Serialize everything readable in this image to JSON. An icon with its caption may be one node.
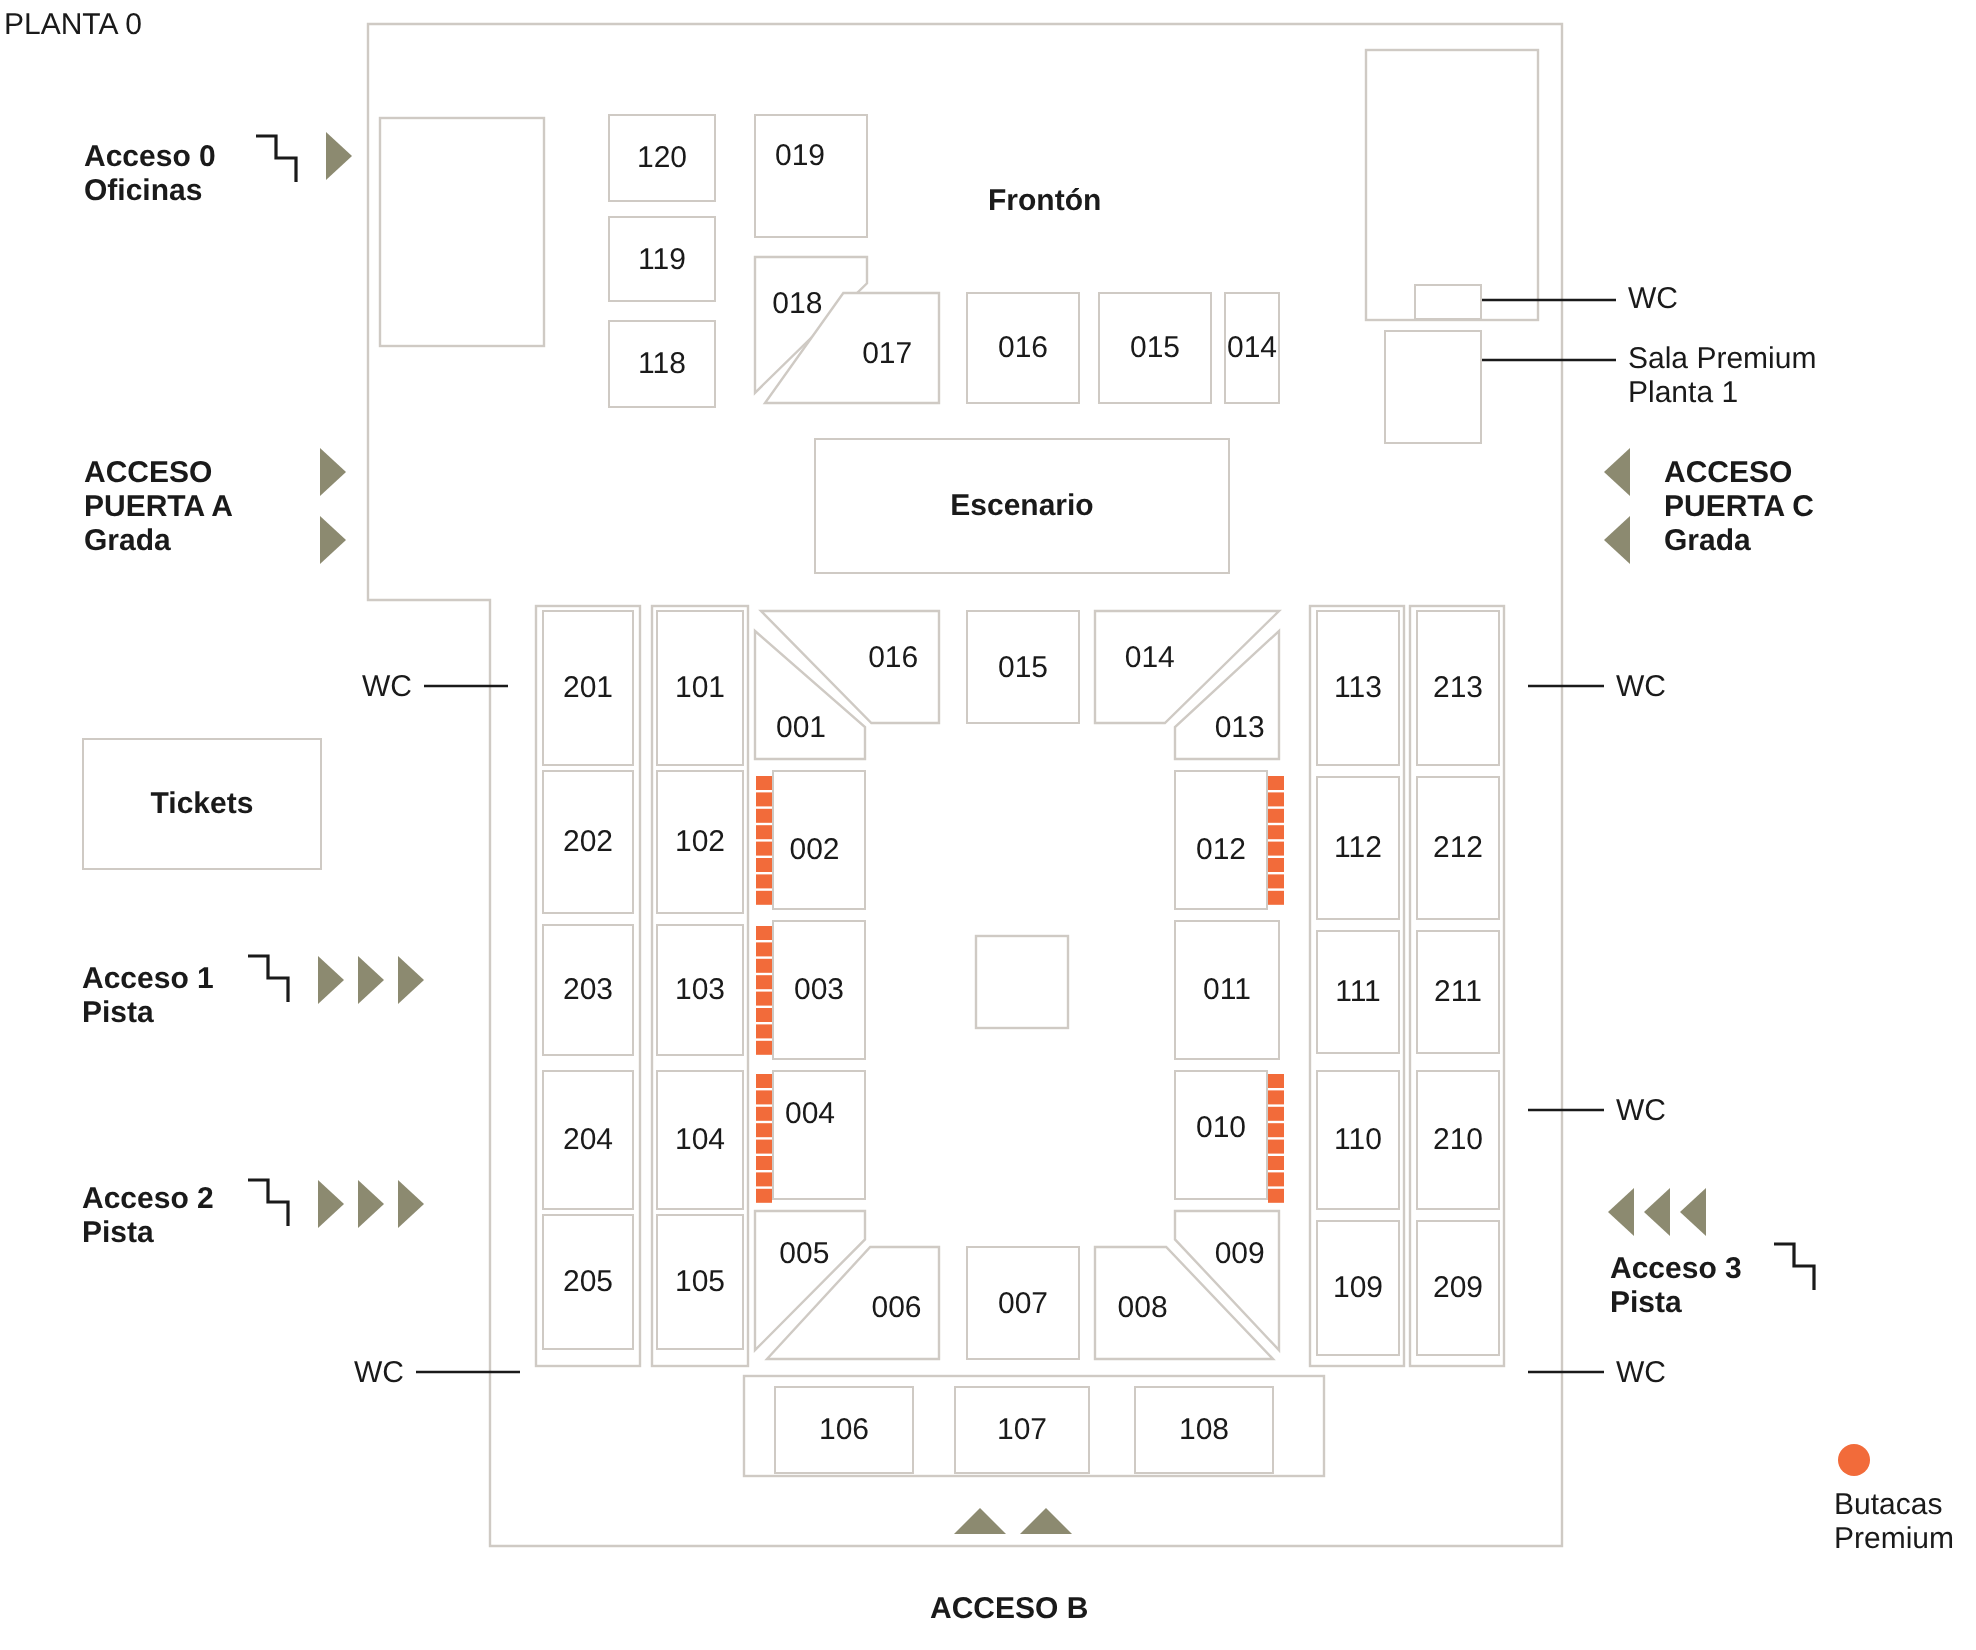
{
  "diagram": {
    "nodes": [
      {
        "text": [
          "120"
        ]
      },
      {
        "text": [
          "019"
        ]
      },
      {
        "text": [
          "119"
        ]
      },
      {
        "text": [
          "018"
        ]
      },
      {
        "text": [
          "017"
        ]
      },
      {
        "text": [
          "016"
        ]
      },
      {
        "text": [
          "015"
        ]
      },
      {
        "text": [
          "014"
        ]
      },
      {
        "text": [
          "118"
        ]
      },
      {
        "text": [],
        "shape": "box"
      },
      {
        "text": [
          "WC"
        ]
      },
      {
        "text": [],
        "shape": "box"
      },
      {
        "text": [
          "Sala Premium Planta 1"
        ]
      },
      {
        "text": [
          "Escenario"
        ]
      },
      {
        "text": [
          "WC"
        ]
      },
      {
        "text": [
          "201"
        ]
      },
      {
        "text": [
          "101"
        ]
      },
      {
        "text": [
          "016"
        ]
      },
      {
        "text": [
          "015"
        ]
      },
      {
        "text": [
          "014"
        ]
      },
      {
        "text": [
          "113"
        ]
      },
      {
        "text": [
          "213"
        ]
      },
      {
        "text": [
          "WC"
        ]
      },
      {
        "text": [
          "001"
        ]
      },
      {
        "text": [
          "013"
        ]
      },
      {
        "text": [
          "Tickets"
        ]
      },
      {
        "text": [
          "202"
        ]
      },
      {
        "text": [
          "102"
        ]
      },
      {
        "text": [
          "002"
        ]
      },
      {
        "text": [
          "012"
        ]
      },
      {
        "text": [
          "112"
        ]
      },
      {
        "text": [
          "212"
        ]
      },
      {
        "text": [
          "203"
        ]
      },
      {
        "text": [
          "103"
        ]
      },
      {
        "text": [
          "003"
        ]
      },
      {
        "text": [
          "011"
        ]
      },
      {
        "text": [
          "111"
        ]
      },
      {
        "text": [
          "211"
        ]
      },
      {
        "text": [
          "204"
        ]
      },
      {
        "text": [
          "104"
        ]
      },
      {
        "text": [
          "004"
        ]
      },
      {
        "text": [
          "010"
        ]
      },
      {
        "text": [
          "110"
        ]
      },
      {
        "text": [
          "210"
        ]
      },
      {
        "text": [
          "WC"
        ]
      },
      {
        "text": [
          "205"
        ]
      },
      {
        "text": [
          "105"
        ]
      },
      {
        "text": [
          "005"
        ]
      },
      {
        "text": [
          "009"
        ]
      },
      {
        "text": [
          "109"
        ]
      },
      {
        "text": [
          "209"
        ]
      },
      {
        "text": [
          "006"
        ]
      },
      {
        "text": [
          "007"
        ]
      },
      {
        "text": [
          "008"
        ]
      },
      {
        "text": [
          "WC"
        ]
      },
      {
        "text": [
          "WC"
        ]
      },
      {
        "text": [
          "106"
        ]
      },
      {
        "text": [
          "107"
        ]
      },
      {
        "text": [
          "108"
        ]
      }
    ],
    "edges": [
      {
        "from": 10,
        "to": 9,
        "arrow": "none"
      },
      {
        "from": 12,
        "to": 11,
        "arrow": "none"
      },
      {
        "from": 14,
        "to": null,
        "arrow": "none"
      },
      {
        "from": 22,
        "to": null,
        "arrow": "none"
      },
      {
        "from": 44,
        "to": null,
        "arrow": "none"
      },
      {
        "from": 54,
        "to": null,
        "arrow": "none"
      },
      {
        "from": 55,
        "to": null,
        "arrow": "none"
      }
    ],
    "labels": [
      "PLANTA 0",
      "Acceso 0 Oficinas",
      "Frontón",
      "ACCESO PUERTA A Grada",
      "ACCESO PUERTA C Grada",
      "Acceso 1 Pista",
      "Acceso 2 Pista",
      "Acceso 3 Pista",
      "ACCESO B"
    ],
    "legend": [
      {
        "text": "Butacas Premium",
        "color": "#f26b3a"
      }
    ]
  }
}
